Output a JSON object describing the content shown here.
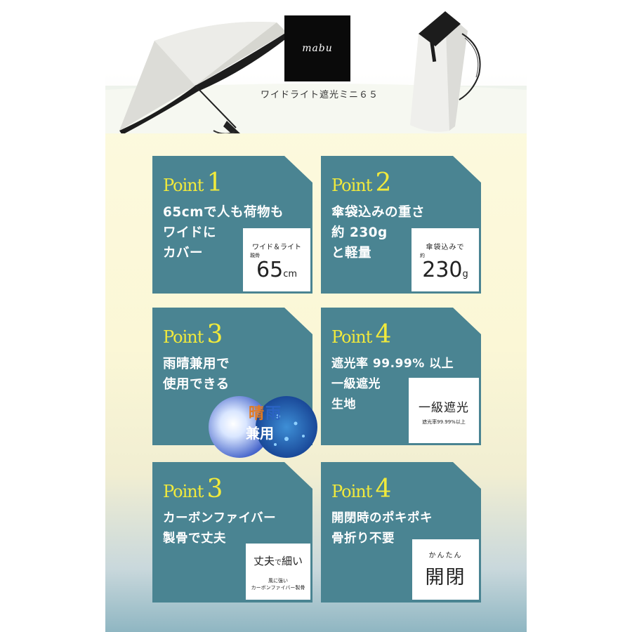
{
  "header": {
    "brand": "mabu",
    "product_name": "ワイドライト遮光ミニ６５"
  },
  "colors": {
    "card": "#4a8492",
    "point_text": "#f1ea3c",
    "background": "#fbf7d6"
  },
  "cards": [
    {
      "point_word": "Point",
      "point_num": "1",
      "heading_lines": [
        "65cmで人も荷物も",
        "ワイドに",
        "カバー"
      ],
      "box": {
        "small": "ワイド＆ライト",
        "tiny": "親骨",
        "big": "65",
        "unit": "cm"
      }
    },
    {
      "point_word": "Point",
      "point_num": "2",
      "heading_lines": [
        "傘袋込みの重さ",
        "約 230g",
        "と軽量"
      ],
      "box": {
        "small": "傘袋込みで",
        "tiny": "約",
        "big": "230",
        "unit": "g"
      }
    },
    {
      "point_word": "Point",
      "point_num": "3",
      "heading_lines": [
        "雨晴兼用で",
        "使用できる"
      ],
      "badge": {
        "sun": "晴",
        "rain": "雨",
        "both": "兼用"
      }
    },
    {
      "point_word": "Point",
      "point_num": "4",
      "heading_lines": [
        "遮光率 99.99% 以上",
        "一級遮光",
        "生地"
      ],
      "box": {
        "big": "一級遮光",
        "small": "遮光率99.99%以上"
      }
    },
    {
      "point_word": "Point",
      "point_num": "3",
      "heading_lines": [
        "カーボンファイバー",
        "製骨で丈夫"
      ],
      "box": {
        "big_a": "丈夫",
        "mid": "で",
        "big_b": "細い",
        "small_1": "風に強い",
        "small_2": "カーボンファイバー製骨"
      }
    },
    {
      "point_word": "Point",
      "point_num": "4",
      "heading_lines": [
        "開閉時のポキポキ",
        "骨折り不要"
      ],
      "box": {
        "small": "かんたん",
        "big": "開閉"
      }
    }
  ]
}
